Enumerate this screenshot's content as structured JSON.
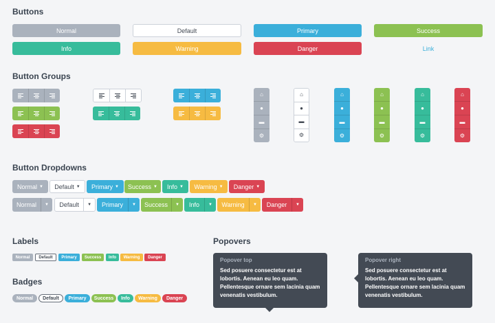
{
  "sections": {
    "buttons": "Buttons",
    "button_groups": "Button Groups",
    "button_dropdowns": "Button Dropdowns",
    "labels": "Labels",
    "badges": "Badges",
    "popovers": "Popovers"
  },
  "buttons": {
    "normal": "Normal",
    "default": "Default",
    "primary": "Primary",
    "success": "Success",
    "info": "Info",
    "warning": "Warning",
    "danger": "Danger",
    "link": "Link"
  },
  "button_groups": {
    "horizontal_icons": [
      "align-left-icon",
      "align-center-icon",
      "align-right-icon"
    ],
    "vertical_icons": [
      "home-icon",
      "user-icon",
      "comment-icon",
      "gear-icon"
    ]
  },
  "dropdowns": {
    "labels": [
      "Normal",
      "Default",
      "Primary",
      "Success",
      "Info",
      "Warning",
      "Danger"
    ]
  },
  "labels": [
    "Normal",
    "Default",
    "Primary",
    "Success",
    "Info",
    "Warning",
    "Danger"
  ],
  "badges": [
    "Normal",
    "Default",
    "Primary",
    "Success",
    "Info",
    "Warning",
    "Danger"
  ],
  "popovers": [
    {
      "title": "Popover top",
      "body": "Sed posuere consectetur est at lobortis. Aenean eu leo quam. Pellentesque ornare sem lacinia quam venenatis vestibulum."
    },
    {
      "title": "Popover right",
      "body": "Sed posuere consectetur est at lobortis. Aenean eu leo quam. Pellentesque ornare sem lacinia quam venenatis vestibulum."
    }
  ],
  "colors": {
    "normal": "#aab2bd",
    "default": "#ffffff",
    "primary": "#3bafda",
    "success": "#8cc152",
    "info": "#37bc9b",
    "warning": "#f6bb42",
    "danger": "#da4453",
    "popover_bg": "#434a54"
  }
}
